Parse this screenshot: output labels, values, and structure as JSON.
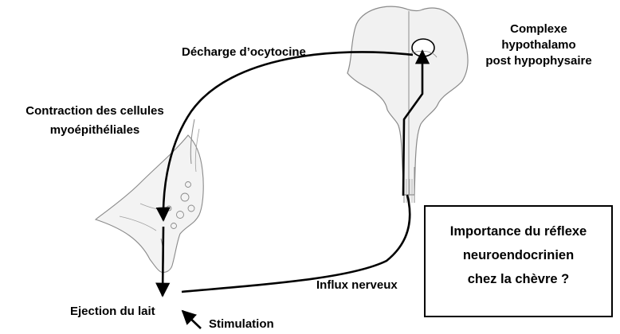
{
  "labels": {
    "hypothalamo": [
      "Complexe",
      "hypothalamo",
      "post hypophysaire"
    ],
    "ocytocine": "Décharge d’ocytocine",
    "contraction": [
      "Contraction des cellules",
      "myoépithéliales"
    ],
    "ejection": "Ejection du lait",
    "stimulation": "Stimulation",
    "influx": "Influx nerveux"
  },
  "question": [
    "Importance du réflexe",
    "neuroendocrinien",
    "chez la chèvre ?"
  ],
  "colors": {
    "ink": "#000000",
    "sketch": "#8a8a8a",
    "organ_fill": "#f1f1f1",
    "background": "#ffffff"
  }
}
